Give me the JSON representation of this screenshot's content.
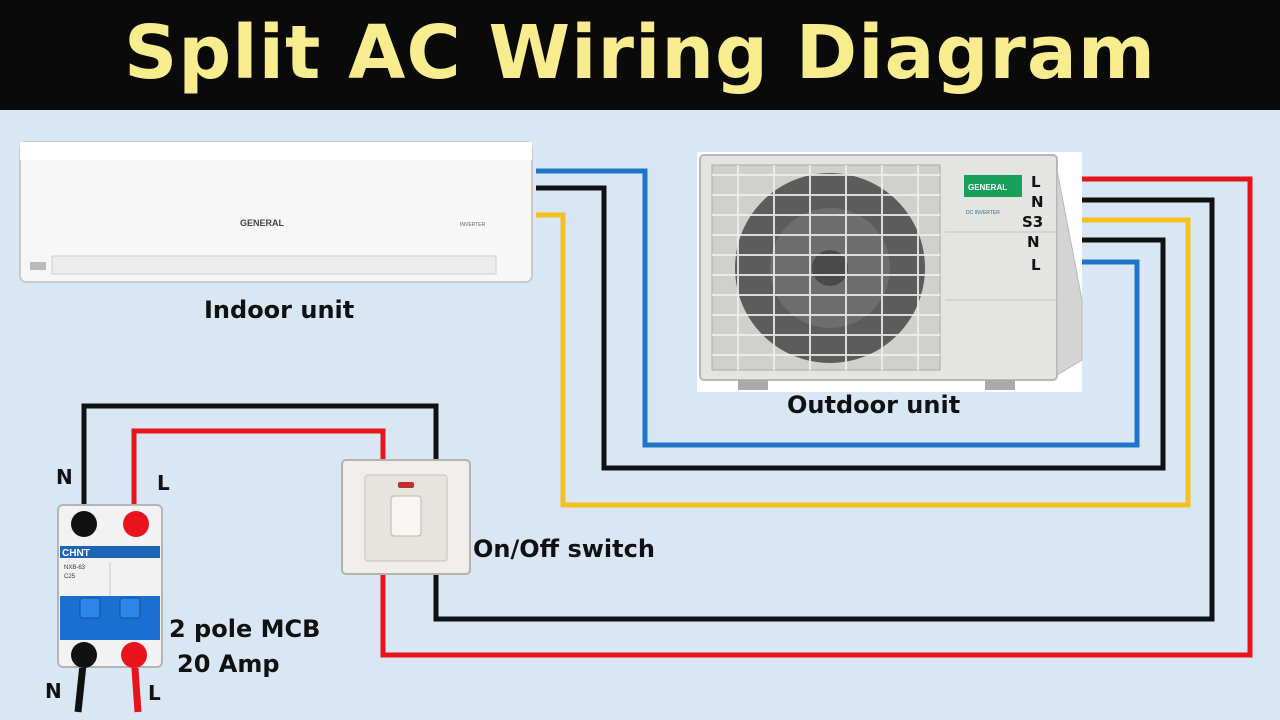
{
  "title": "Split AC Wiring Diagram",
  "colors": {
    "title_text": "#f7ec8e",
    "title_bg": "#0a0a0a",
    "background": "#d9e7f5",
    "wire_line": "#e8141c",
    "wire_neutral": "#111111",
    "wire_signal": "#f5c021",
    "wire_blue": "#1e74c8"
  },
  "indoor_unit": {
    "label": "Indoor unit",
    "brand": "GENERAL",
    "model_tag": "INVERTER"
  },
  "outdoor_unit": {
    "label": "Outdoor unit",
    "brand": "GENERAL",
    "model_tag": "DC INVERTER",
    "terminals": [
      "L",
      "N",
      "S3",
      "N",
      "L"
    ]
  },
  "switch": {
    "label": "On/Off switch"
  },
  "mcb": {
    "label_line1": "2 pole MCB",
    "label_line2": "20 Amp",
    "brand": "CHNT",
    "model": "NXB-63",
    "rating": "C25",
    "top_terminals": [
      "N",
      "L"
    ],
    "bottom_terminals": [
      "N",
      "L"
    ]
  }
}
